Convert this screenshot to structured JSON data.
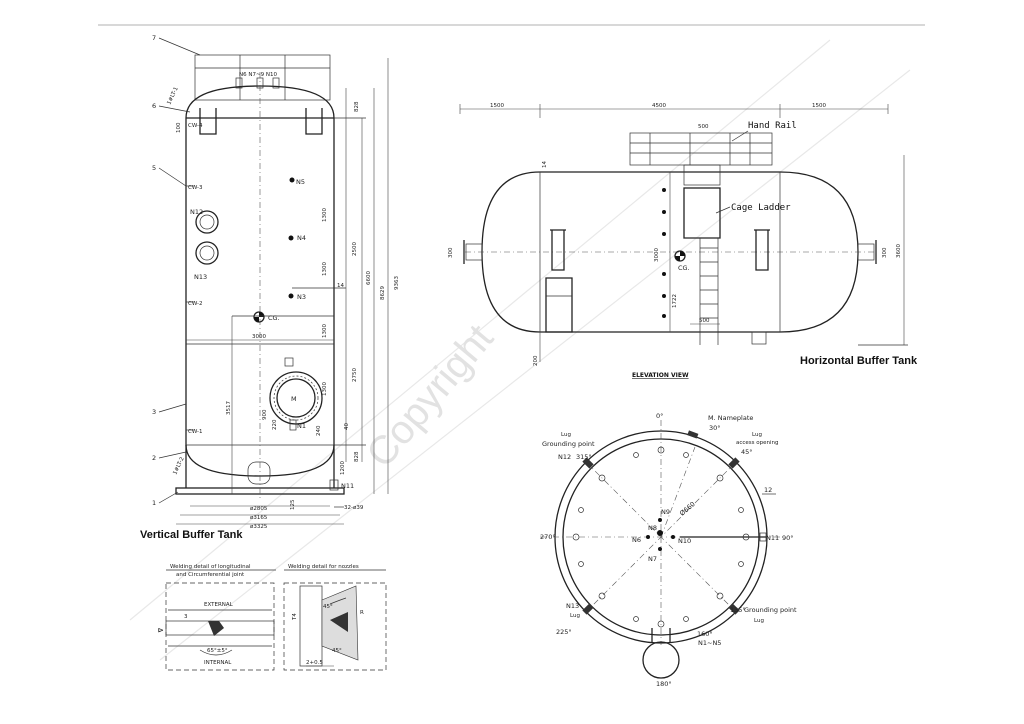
{
  "watermark": "Copyright",
  "vertical": {
    "title": "Vertical Buffer Tank",
    "parts": [
      "7",
      "6",
      "5",
      "3",
      "2",
      "1"
    ],
    "top_nozzles": "N6   N7~9  N10",
    "nozzles": {
      "n5": "N5",
      "n4": "N4",
      "n3": "N3",
      "n12": "N12",
      "n13": "N13",
      "n1": "N1",
      "n11": "N11",
      "m": "M",
      "cg": "CG."
    },
    "seams": [
      "CW-4",
      "CW-3",
      "CW-2",
      "CW-1"
    ],
    "head_label_top": "1#LT-1",
    "head_label_bottom": "1#LT-2",
    "lbl_100": "100",
    "dims_right": {
      "d1300a": "1300",
      "d1300b": "1300",
      "d1300c": "1300",
      "d1300d": "1300",
      "d2500": "2500",
      "d2750": "2750",
      "d6600": "6600",
      "d8629": "8629",
      "d9363": "9363",
      "d828a": "828",
      "d828b": "828",
      "d1200": "1200",
      "d240": "240",
      "d40": "40",
      "d14": "14",
      "d125": "125"
    },
    "dims_inside": {
      "d3000": "3000",
      "d3517": "3517",
      "d900": "900",
      "d220": "220"
    },
    "dims_bottom": [
      "ø2805",
      "ø3165",
      "ø3325"
    ],
    "bolt": "32-ø39"
  },
  "horizontal": {
    "title": "Horizontal Buffer Tank",
    "view": "ELEVATION VIEW",
    "dims_top": [
      "1500",
      "4500",
      "1500"
    ],
    "hand_rail": "Hand Rail",
    "cage_ladder": "Cage Ladder",
    "cg": "CG.",
    "dims": {
      "w500a": "500",
      "w500b": "500",
      "h14": "14",
      "h3000": "3000",
      "h1722": "1722",
      "h3600": "3600",
      "h200": "200",
      "h300": "300",
      "h300b": "300"
    }
  },
  "plan": {
    "angles": [
      "0°",
      "30°",
      "45°",
      "90°",
      "135°",
      "160°",
      "180°",
      "225°",
      "270°",
      "315°"
    ],
    "nameplate": "M. Nameplate",
    "lug_access": "Lug\naccess opening",
    "lug_a": "Lug",
    "access": "access opening",
    "lug_b": "Lug",
    "grounding_b": "Grounding point",
    "lug_c": "Lug",
    "grounding_c": "Grounding point",
    "lug_d": "Lug",
    "n12": "N12",
    "n13": "N13",
    "n11": "N11",
    "n9": "N9",
    "n8": "N8",
    "n6": "N6",
    "n7": "N7",
    "n10": "N10",
    "n1n5": "N1~N5",
    "part12": "12",
    "dia": "Ø660"
  },
  "welding": {
    "title1a": "Welding detail of longitudinal",
    "title1b": "and Circumferential joint",
    "title2": "Welding detail for nozzles",
    "external": "EXTERNAL",
    "internal": "INTERNAL",
    "angle1": "65°±5°",
    "angle2": "45°",
    "angle3": "45°",
    "gap1": "3",
    "gap2": "2+0.5",
    "t4": "T4",
    "r": "R"
  }
}
